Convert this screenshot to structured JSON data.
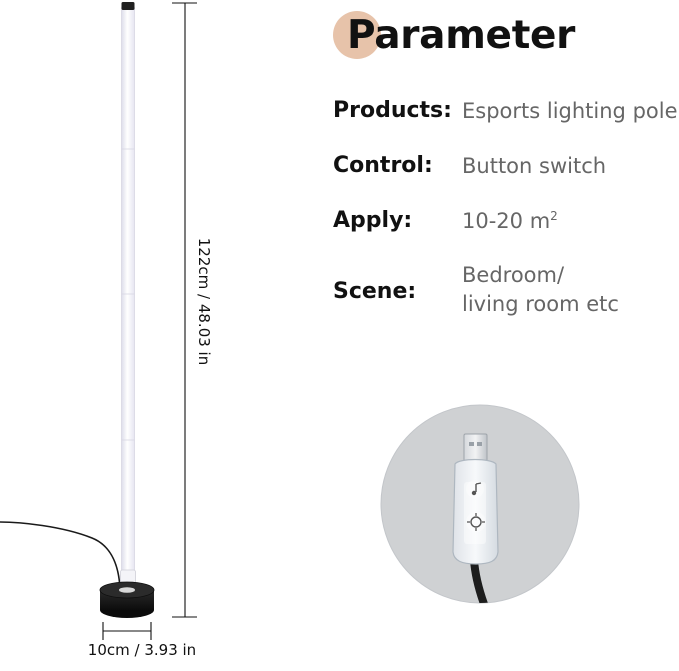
{
  "title": "Parameter",
  "params": {
    "products_label": "Products:",
    "products_value": "Esports lighting pole",
    "control_label": "Control:",
    "control_value": "Button switch",
    "apply_label": "Apply:",
    "apply_value": "10-20 m",
    "apply_unit_sup": "2",
    "scene_label": "Scene:",
    "scene_value_line1": "Bedroom/",
    "scene_value_line2": "living room etc"
  },
  "dimensions": {
    "height": "122cm / 48.03 in",
    "base": "10cm / 3.93 in"
  },
  "colors": {
    "title_accent": "#e7c3aa",
    "pole": "#f4f3fb",
    "pole_outline": "#d7d6e3",
    "base": "#191919",
    "label_text": "#111111",
    "value_text": "#666666",
    "inset_background": "#cfd1d3"
  },
  "icons": {
    "usb_music_button": "music-note-icon",
    "usb_mode_button": "settings-icon"
  }
}
